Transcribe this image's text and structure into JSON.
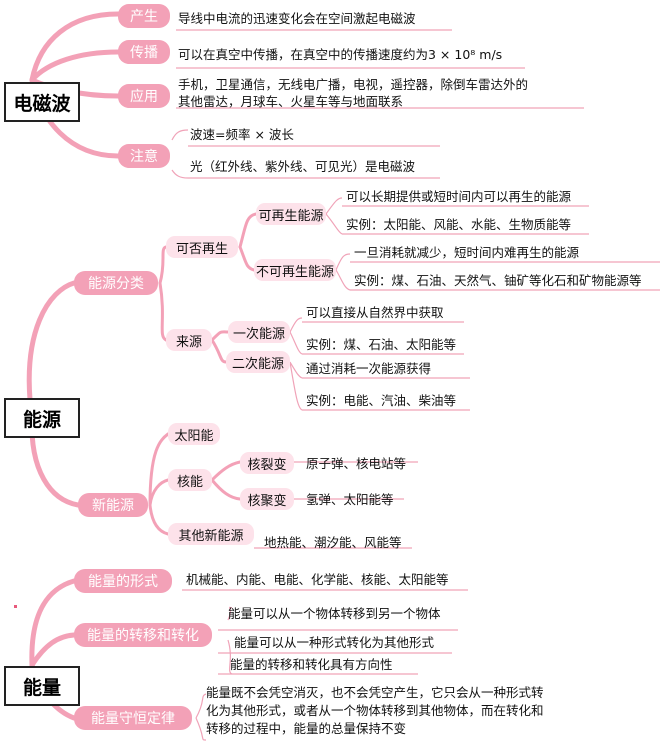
{
  "root1": {
    "title": "电磁波",
    "produce": {
      "label": "产生",
      "text": "导线中电流的迅速变化会在空间激起电磁波"
    },
    "spread": {
      "label": "传播",
      "text": "可以在真空中传播，在真空中的传播速度约为3 × 10⁸ m/s"
    },
    "apply": {
      "label": "应用",
      "line1": "手机，卫星通信，无线电广播，电视，遥控器，除倒车雷达外的",
      "line2": "其他雷达，月球车、火星车等与地面联系"
    },
    "note": {
      "label": "注意",
      "line1": "波速=频率 × 波长",
      "line2": "光（红外线、紫外线、可见光）是电磁波"
    }
  },
  "root2": {
    "title": "能源",
    "classify": {
      "label": "能源分类",
      "renew_q": {
        "label": "可否再生",
        "renewable": {
          "label": "可再生能源",
          "def": "可以长期提供或短时间内可以再生的能源",
          "ex": "实例：太阳能、风能、水能、生物质能等"
        },
        "nonrenewable": {
          "label": "不可再生能源",
          "def": "一旦消耗就减少，短时间内难再生的能源",
          "ex": "实例：煤、石油、天然气、铀矿等化石和矿物能源等"
        }
      },
      "source": {
        "label": "来源",
        "primary": {
          "label": "一次能源",
          "def": "可以直接从自然界中获取",
          "ex": "实例：煤、石油、太阳能等"
        },
        "secondary": {
          "label": "二次能源",
          "def": "通过消耗一次能源获得",
          "ex": "实例：电能、汽油、柴油等"
        }
      }
    },
    "newenergy": {
      "label": "新能源",
      "solar": "太阳能",
      "nuclear": {
        "label": "核能",
        "fission": {
          "label": "核裂变",
          "ex": "原子弹、核电站等"
        },
        "fusion": {
          "label": "核聚变",
          "ex": "氢弹、太阳能等"
        }
      },
      "other": {
        "label": "其他新能源",
        "ex": "地热能、潮汐能、风能等"
      }
    }
  },
  "root3": {
    "title": "能量",
    "forms": {
      "label": "能量的形式",
      "text": "机械能、内能、电能、化学能、核能、太阳能等"
    },
    "transfer": {
      "label": "能量的转移和转化",
      "line1": "能量可以从一个物体转移到另一个物体",
      "line2": "能量可以从一种形式转化为其他形式",
      "line3": "能量的转移和转化具有方向性"
    },
    "conserve": {
      "label": "能量守恒定律",
      "line1": "能量既不会凭空消灭，也不会凭空产生，它只会从一种形式转",
      "line2": "化为其他形式，或者从一个物体转移到其他物体，而在转化和",
      "line3": "转移的过程中，能量的总量保持不变"
    }
  },
  "colors": {
    "branch": "#f3a1b7",
    "node": "#f3a1b7",
    "subnode": "#fde2ea",
    "line": "#f0a3b8"
  }
}
